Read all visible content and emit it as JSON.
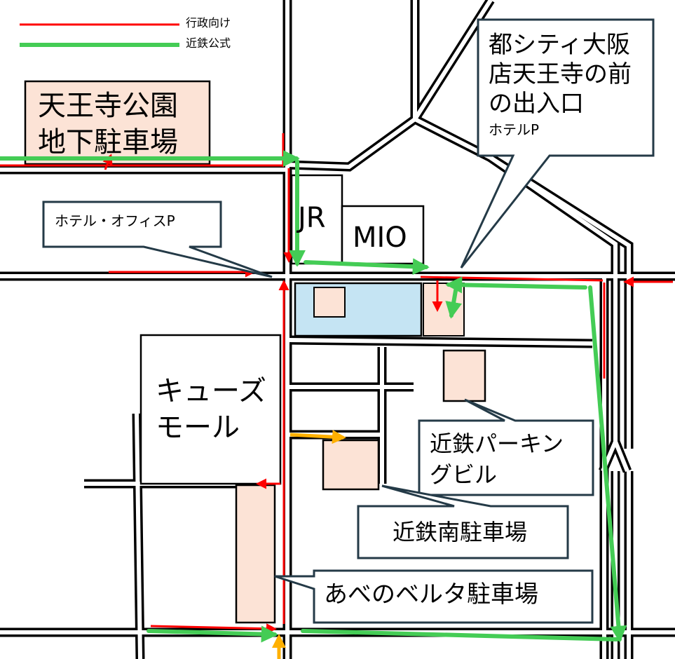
{
  "legend": {
    "items": [
      {
        "label": "行政向け",
        "color": "#ff0000"
      },
      {
        "label": "近鉄公式",
        "color": "#44cc55"
      }
    ]
  },
  "places": {
    "tennoji_park_parking": {
      "line1": "天王寺公園",
      "line2": "地下駐車場"
    },
    "jr": "JR",
    "mio": "MIO",
    "qs_mall": {
      "line1": "キューズ",
      "line2": "モール"
    }
  },
  "callouts": {
    "miyako_city": {
      "line1": "都シティ大阪",
      "line2": "店天王寺の前",
      "line3": "の出入口",
      "line4": "ホテルP"
    },
    "hotel_office_p": "ホテル・オフィスP",
    "kintetsu_parking_bldg": {
      "line1": "近鉄パーキン",
      "line2": "グビル"
    },
    "kintetsu_minami": "近鉄南駐車場",
    "abeno_belta": "あべのベルタ駐車場"
  },
  "colors": {
    "admin_route": "#ff0000",
    "kintetsu_route": "#44cc55",
    "extra_route": "#ffb000",
    "parking_fill": "#fce3d6",
    "hotel_fill": "#c5e4f3",
    "callout_border": "#243a47"
  }
}
